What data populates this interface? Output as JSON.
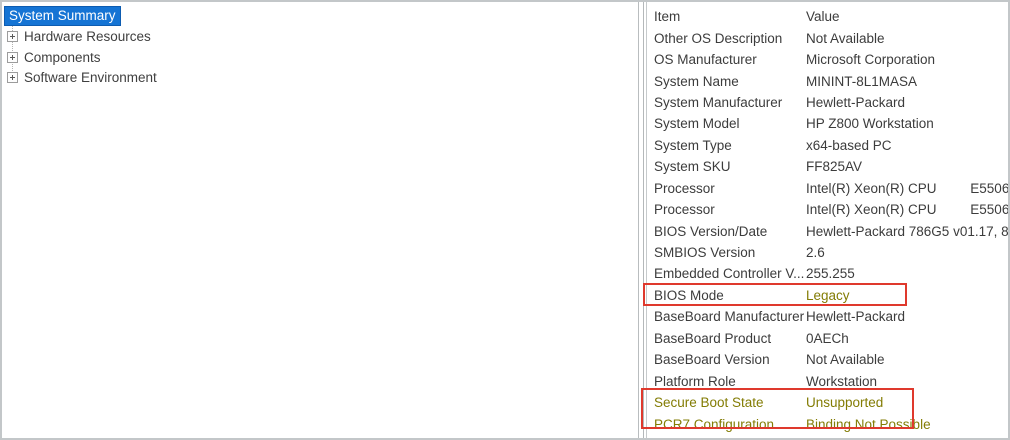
{
  "colors": {
    "selection_blue": "#1574d4",
    "selection_border": "#0d5cb1",
    "annotation_red": "#df392d",
    "emphasis_olive": "#837c04"
  },
  "sidebar": {
    "items": [
      {
        "label": "System Summary",
        "selected": true,
        "expandable": false
      },
      {
        "label": "Hardware Resources",
        "selected": false,
        "expandable": true
      },
      {
        "label": "Components",
        "selected": false,
        "expandable": true
      },
      {
        "label": "Software Environment",
        "selected": false,
        "expandable": true
      }
    ]
  },
  "table": {
    "columns": {
      "item": "Item",
      "value": "Value"
    },
    "rows": [
      {
        "item": "Other OS Description",
        "value": "Not Available"
      },
      {
        "item": "OS Manufacturer",
        "value": "Microsoft Corporation"
      },
      {
        "item": "System Name",
        "value": "MININT-8L1MASA"
      },
      {
        "item": "System Manufacturer",
        "value": "Hewlett-Packard"
      },
      {
        "item": "System Model",
        "value": "HP Z800 Workstation"
      },
      {
        "item": "System Type",
        "value": "x64-based PC"
      },
      {
        "item": "System SKU",
        "value": "FF825AV"
      },
      {
        "item": "Processor",
        "value": "Intel(R) Xeon(R) CPU         E5506"
      },
      {
        "item": "Processor",
        "value": "Intel(R) Xeon(R) CPU         E5506"
      },
      {
        "item": "BIOS Version/Date",
        "value": "Hewlett-Packard 786G5 v01.17, 8/"
      },
      {
        "item": "SMBIOS Version",
        "value": "2.6"
      },
      {
        "item": "Embedded Controller V...",
        "value": "255.255"
      },
      {
        "item": "BIOS Mode",
        "value": "Legacy",
        "emphasis": "value"
      },
      {
        "item": "BaseBoard Manufacturer",
        "value": "Hewlett-Packard"
      },
      {
        "item": "BaseBoard Product",
        "value": "0AECh"
      },
      {
        "item": "BaseBoard Version",
        "value": "Not Available"
      },
      {
        "item": "Platform Role",
        "value": "Workstation"
      },
      {
        "item": "Secure Boot State",
        "value": "Unsupported",
        "emphasis": "row"
      },
      {
        "item": "PCR7 Configuration",
        "value": "Binding Not Possible",
        "emphasis": "row"
      }
    ]
  }
}
